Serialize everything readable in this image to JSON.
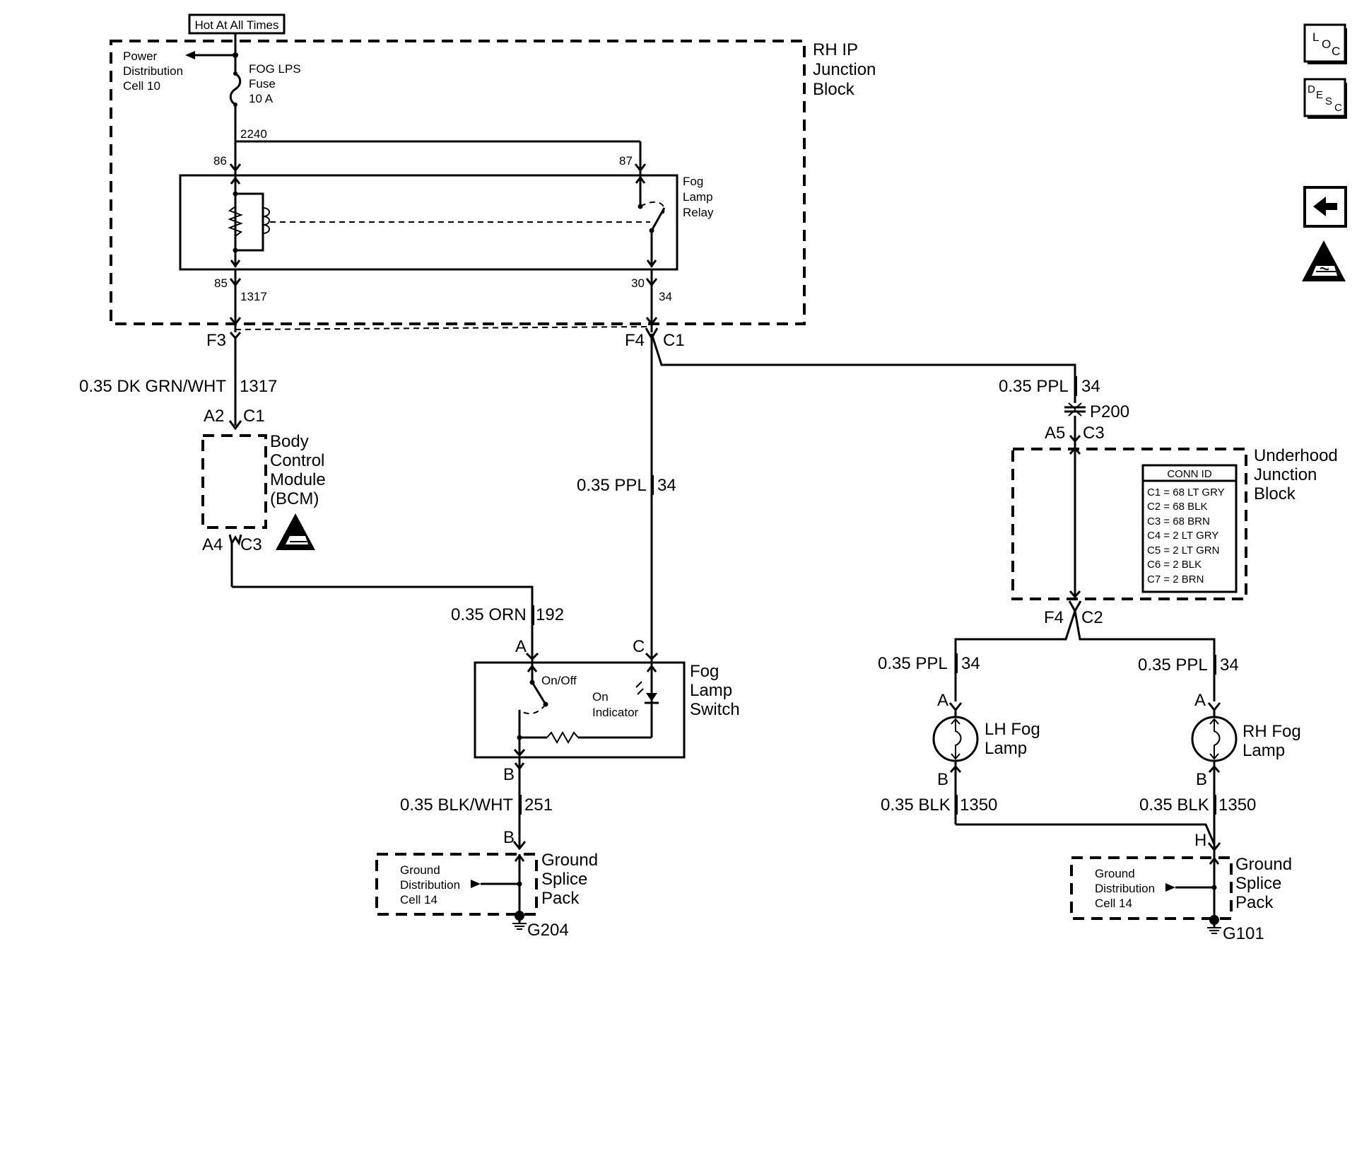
{
  "labels": {
    "hot_at_all_times": "Hot At All Times",
    "power_distribution": [
      "Power",
      "Distribution",
      "Cell 10"
    ],
    "fuse": [
      "FOG LPS",
      "Fuse",
      "10 A"
    ],
    "rh_ip_junction_block": [
      "RH IP",
      "Junction",
      "Block"
    ],
    "circuit_2240": "2240",
    "pin_86": "86",
    "pin_87": "87",
    "pin_85": "85",
    "pin_30": "30",
    "circuit_1317_top": "1317",
    "circuit_34_top": "34",
    "fog_lamp_relay": [
      "Fog",
      "Lamp",
      "Relay"
    ],
    "f3": "F3",
    "f4_c1": [
      "F4",
      "C1"
    ],
    "wire_bcm_in": [
      "0.35 DK GRN/WHT",
      "1317"
    ],
    "bcm_conn_top": [
      "A2",
      "C1"
    ],
    "bcm": [
      "Body",
      "Control",
      "Module",
      "(BCM)"
    ],
    "bcm_conn_bottom": [
      "A4",
      "C3"
    ],
    "wire_orn": [
      "0.35 ORN",
      "192"
    ],
    "wire_ppl_center": [
      "0.35 PPL",
      "34"
    ],
    "wire_ppl_right": [
      "0.35 PPL",
      "34"
    ],
    "p200": "P200",
    "uhjb_conn_top": [
      "A5",
      "C3"
    ],
    "underhood_junction_block": [
      "Underhood",
      "Junction",
      "Block"
    ],
    "conn_id_title": "CONN ID",
    "conn_id_rows": [
      "C1 = 68 LT GRY",
      "C2 = 68 BLK",
      "C3 = 68 BRN",
      "C4 = 2 LT GRY",
      "C5 = 2 LT GRN",
      "C6 = 2 BLK",
      "C7 = 2 BRN"
    ],
    "uhjb_conn_bottom": [
      "F4",
      "C2"
    ],
    "switch_pin_a": "A",
    "switch_pin_c": "C",
    "switch_pin_b": "B",
    "on_off": "On/Off",
    "on_indicator": [
      "On",
      "Indicator"
    ],
    "fog_lamp_switch": [
      "Fog",
      "Lamp",
      "Switch"
    ],
    "wire_blkwht": [
      "0.35 BLK/WHT",
      "251"
    ],
    "ground_pin_b": "B",
    "ground_distribution_left": [
      "Ground",
      "Distribution",
      "Cell 14"
    ],
    "ground_splice_pack_left": [
      "Ground",
      "Splice",
      "Pack"
    ],
    "g204": "G204",
    "wire_lh_ppl": [
      "0.35 PPL",
      "34"
    ],
    "wire_rh_ppl": [
      "0.35 PPL",
      "34"
    ],
    "lh_pin_a": "A",
    "rh_pin_a": "A",
    "lh_fog_lamp": [
      "LH Fog",
      "Lamp"
    ],
    "rh_fog_lamp": [
      "RH Fog",
      "Lamp"
    ],
    "lh_pin_b": "B",
    "rh_pin_b": "B",
    "wire_lh_blk": [
      "0.35 BLK",
      "1350"
    ],
    "wire_rh_blk": [
      "0.35 BLK",
      "1350"
    ],
    "splice_pin_h": "H",
    "ground_distribution_right": [
      "Ground",
      "Distribution",
      "Cell 14"
    ],
    "ground_splice_pack_right": [
      "Ground",
      "Splice",
      "Pack"
    ],
    "g101": "G101"
  },
  "nav": {
    "loc": [
      "L",
      "O",
      "C"
    ],
    "desc": [
      "D",
      "E",
      "S",
      "C"
    ],
    "back_icon": "left-arrow-icon",
    "esd_icon": "esd-warning-icon"
  }
}
